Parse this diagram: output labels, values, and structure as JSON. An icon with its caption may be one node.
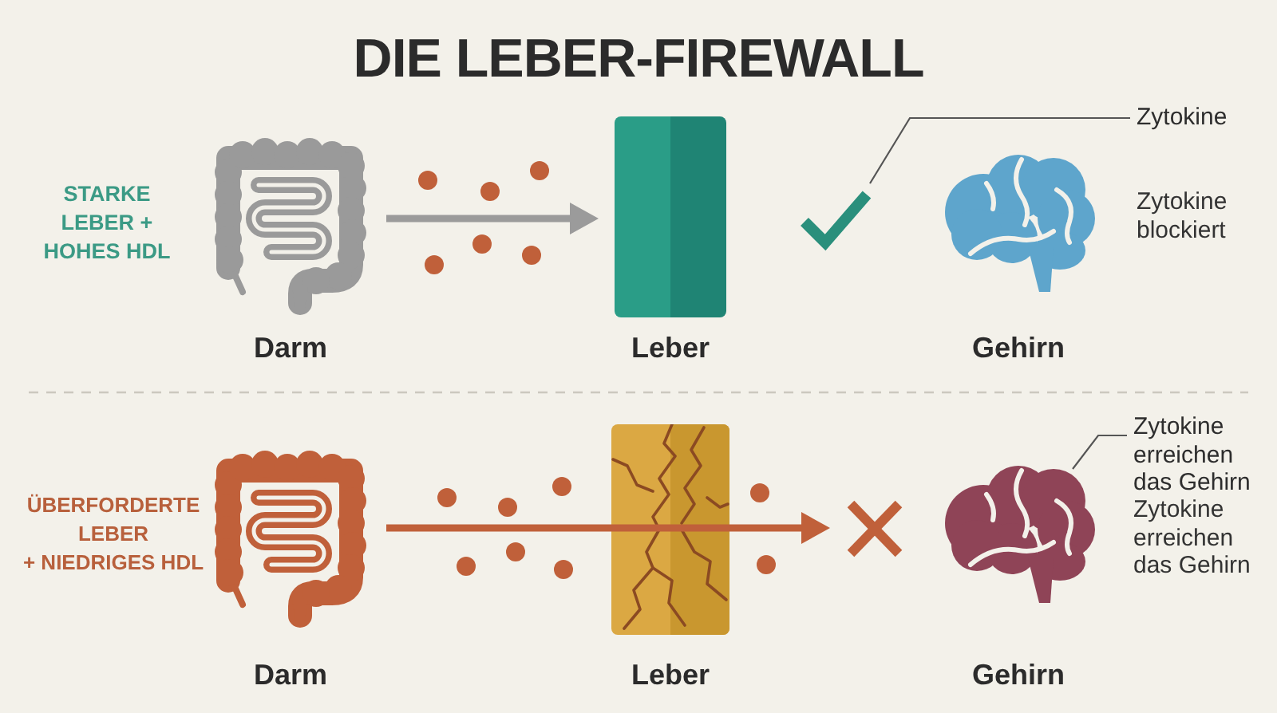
{
  "diagram": {
    "title": "DIE LEBER-FIREWALL",
    "nodes": [
      {
        "text": [
          "Darm"
        ]
      },
      {
        "text": [
          "Leber"
        ]
      },
      {
        "text": [],
        "shape": "check"
      },
      {
        "text": [
          "Gehirn"
        ]
      },
      {
        "text": [
          "Zytokine"
        ]
      },
      {
        "text": [
          "Darm"
        ]
      },
      {
        "text": [
          "Leber"
        ]
      },
      {
        "text": [],
        "shape": "cross"
      },
      {
        "text": [
          "Gehirn"
        ]
      },
      {
        "text": [
          "Zytokine erreichen das Gehirn"
        ]
      }
    ],
    "edges": [
      {
        "from": 0,
        "to": 1,
        "arrow": "to",
        "color": "#9b9b9b"
      },
      {
        "from": 4,
        "to": 2,
        "arrow": "none"
      },
      {
        "from": 5,
        "to": 6,
        "arrow": "none",
        "color": "#c0603a"
      },
      {
        "from": 6,
        "to": 7,
        "arrow": "to",
        "color": "#c0603a"
      },
      {
        "from": 9,
        "to": 8,
        "arrow": "none"
      }
    ],
    "labels": [
      "STARKE LEBER + HOHES HDL",
      "Zytokine blockiert",
      "ÜBERFORDERTE LEBER + NIEDRIGES HDL",
      "Zytokine erreichen das Gehirn"
    ]
  }
}
